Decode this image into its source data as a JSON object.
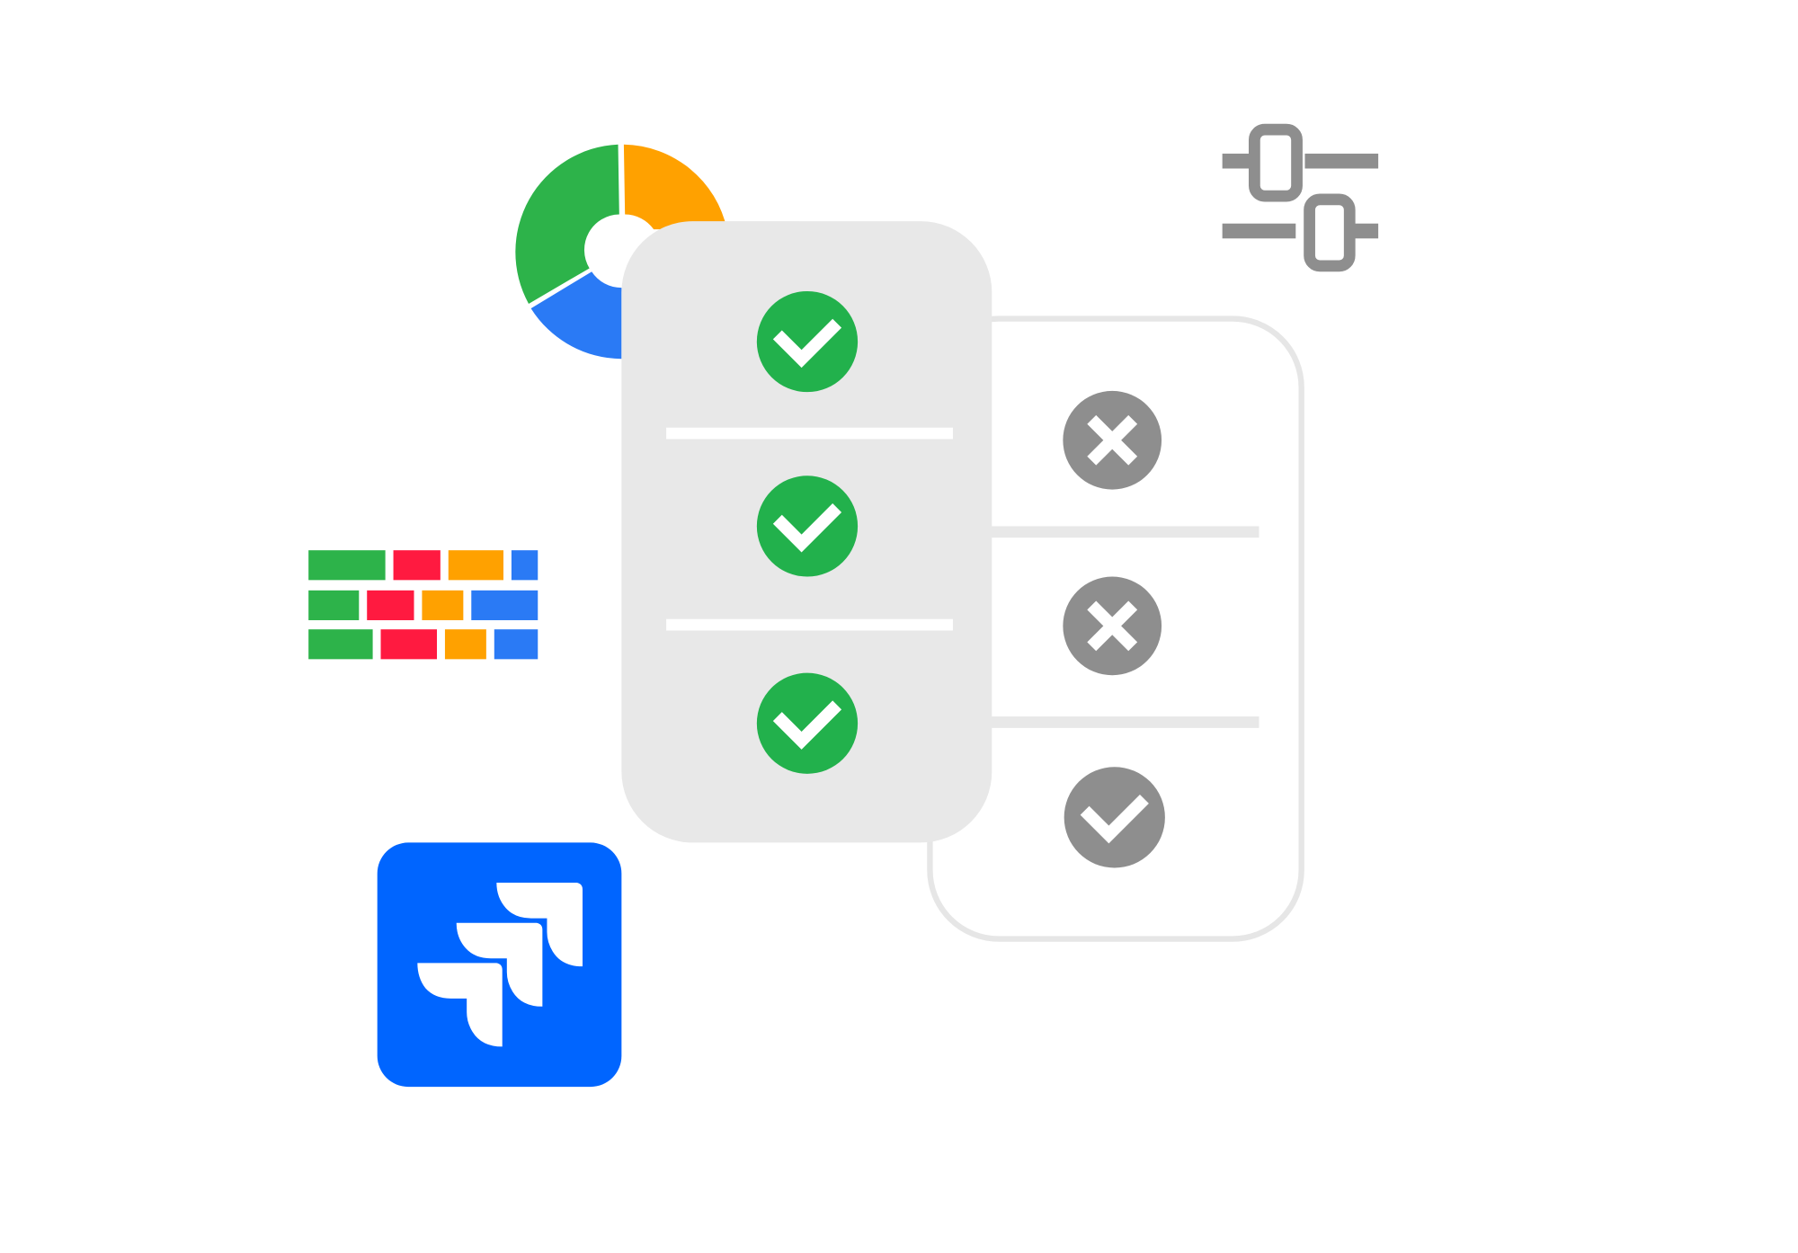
{
  "colors": {
    "green": "#2db34a",
    "check_green": "#22b14c",
    "orange": "#ffa100",
    "blue": "#2a7af5",
    "red": "#ff1a40",
    "grey": "#8e8e8e",
    "card_grey": "#e8e8e8",
    "outline_grey": "#e6e6e6",
    "jira_blue": "#0065ff"
  },
  "icons": {
    "pie": "pie-chart-icon",
    "sliders": "sliders-icon",
    "bricks": "bricks-grid-icon",
    "jira": "jira-logo-icon",
    "check": "check-circle-icon",
    "cross": "x-circle-icon"
  },
  "front_card": {
    "items": [
      "check",
      "check",
      "check"
    ]
  },
  "back_card": {
    "items": [
      "cross",
      "cross",
      "check"
    ]
  }
}
